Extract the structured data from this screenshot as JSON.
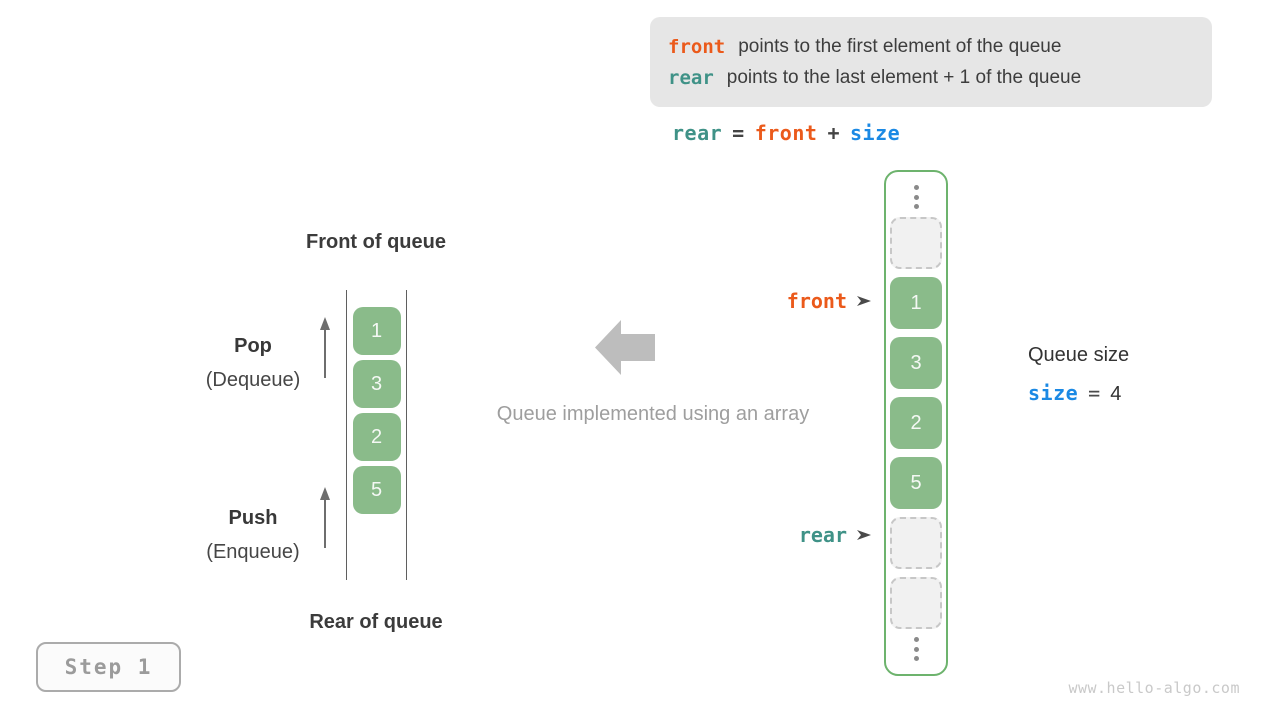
{
  "colors": {
    "front_orange": "#eb5a1b",
    "rear_teal": "#3f9287",
    "size_blue": "#1b89e4",
    "cell_green_fill": "#8abb8a",
    "array_border_green": "#6db36d",
    "info_box_bg": "#e6e6e6",
    "muted_gray": "#9e9e9e"
  },
  "info_box": {
    "line1": {
      "keyword": "front",
      "text": "points to the first element of the queue"
    },
    "line2": {
      "keyword": "rear",
      "text": "points to the last element + 1 of the queue"
    }
  },
  "formula": {
    "rear": "rear",
    "equals": "=",
    "front": "front",
    "plus": "+",
    "size": "size"
  },
  "left_queue": {
    "front_label": "Front of queue",
    "rear_label": "Rear of queue",
    "values": [
      "1",
      "3",
      "2",
      "5"
    ],
    "pop_title": "Pop",
    "pop_subtitle": "(Dequeue)",
    "push_title": "Push",
    "push_subtitle": "(Enqueue)"
  },
  "center_caption": "Queue implemented using an array",
  "array_column": {
    "values": [
      "1",
      "3",
      "2",
      "5"
    ],
    "front_pointer": "front",
    "rear_pointer": "rear"
  },
  "queue_size": {
    "title": "Queue size",
    "variable": "size",
    "equals": "=",
    "value": "4"
  },
  "step_badge": "Step 1",
  "watermark": "www.hello-algo.com"
}
